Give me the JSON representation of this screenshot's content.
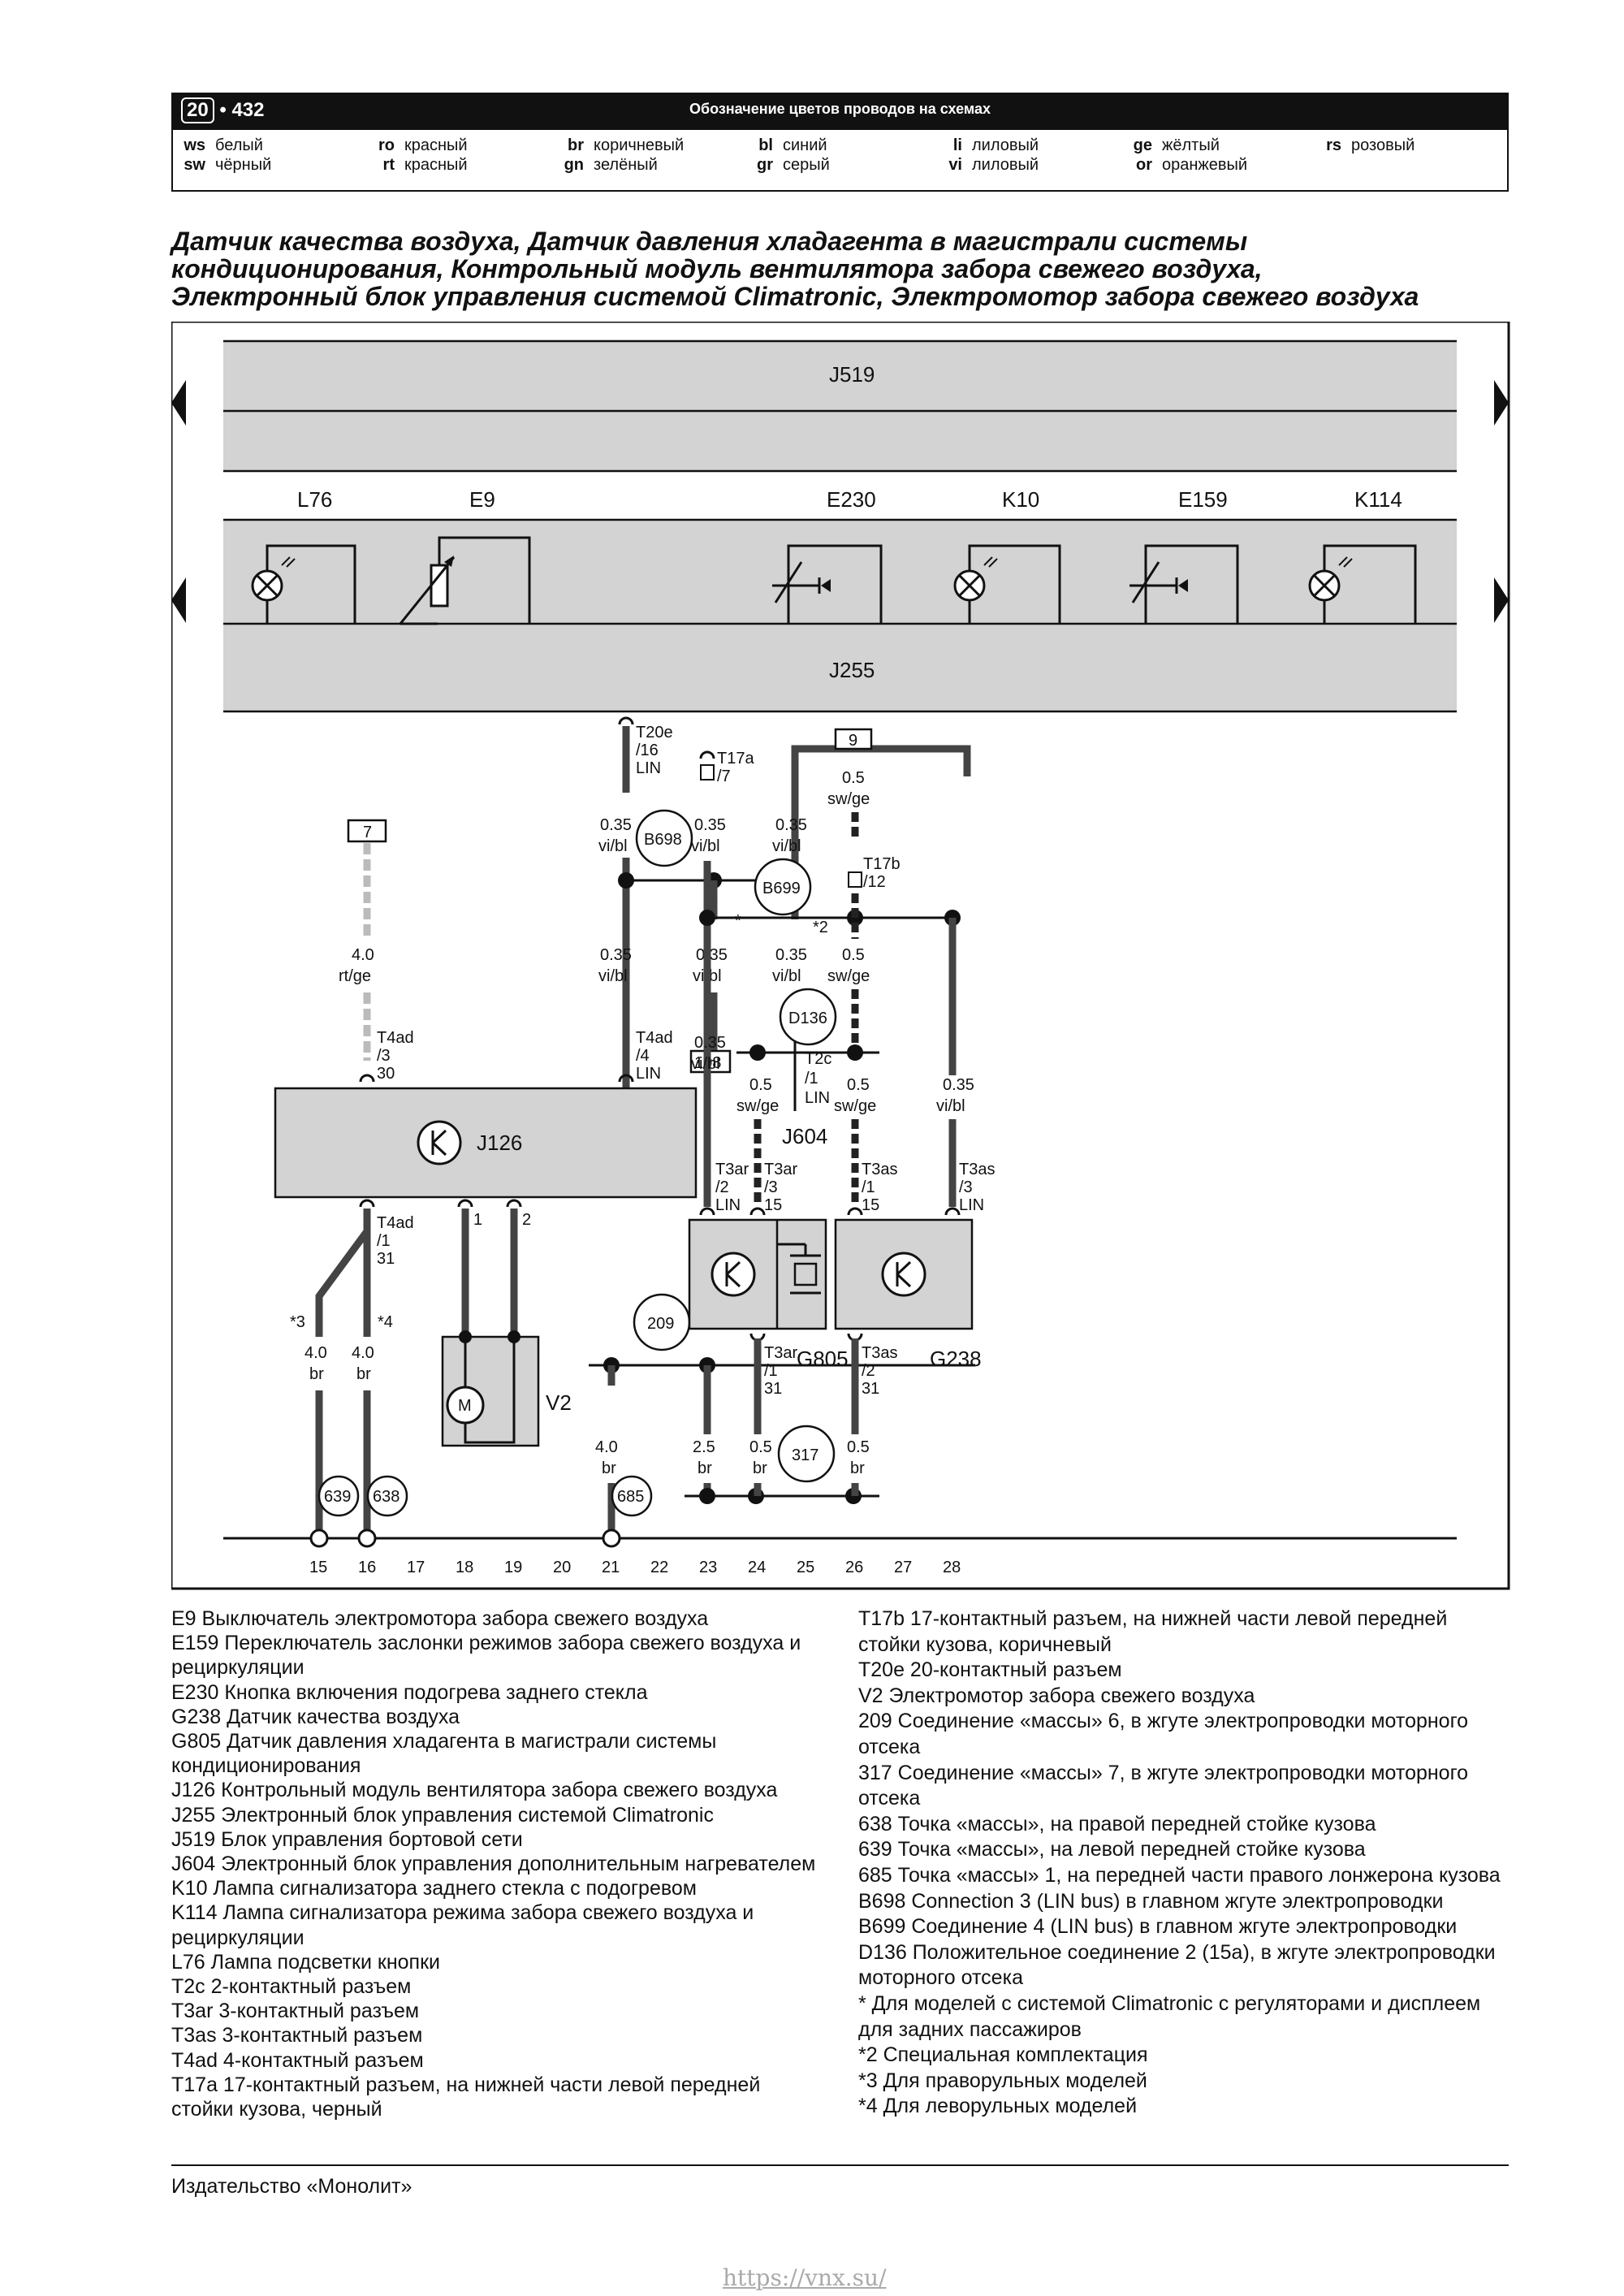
{
  "header": {
    "section": "20",
    "page": "432",
    "title": "Обозначение цветов проводов на схемах",
    "colors": [
      {
        "code": "ws",
        "name": "белый"
      },
      {
        "code": "sw",
        "name": "чёрный"
      },
      {
        "code": "ro",
        "name": "красный"
      },
      {
        "code": "rt",
        "name": "красный"
      },
      {
        "code": "br",
        "name": "коричневый"
      },
      {
        "code": "gn",
        "name": "зелёный"
      },
      {
        "code": "bl",
        "name": "синий"
      },
      {
        "code": "gr",
        "name": "серый"
      },
      {
        "code": "li",
        "name": "лиловый"
      },
      {
        "code": "vi",
        "name": "лиловый"
      },
      {
        "code": "ge",
        "name": "жёлтый"
      },
      {
        "code": "or",
        "name": "оранжевый"
      },
      {
        "code": "rs",
        "name": "розовый"
      }
    ]
  },
  "title_lines": [
    "Датчик качества воздуха, Датчик давления хладагента в магистрали системы",
    "кондиционирования, Контрольный модуль вентилятора забора свежего воздуха,",
    "Электронный блок управления системой Climatronic, Электромотор забора свежего воздуха"
  ],
  "diagram": {
    "units": {
      "J519": "J519",
      "J255": "J255",
      "J126": "J126",
      "J604": "J604",
      "V2": "V2",
      "G805": "G805",
      "G238": "G238"
    },
    "components": {
      "L76": "L76",
      "E9": "E9",
      "E230": "E230",
      "K10": "K10",
      "E159": "E159",
      "K114": "K114"
    },
    "wire_colors": {
      "ground": "#5a5a5a",
      "signal": "#3a3a3a"
    },
    "labels": {
      "t20e": [
        "T20e",
        "/16",
        "LIN"
      ],
      "t17a": [
        "T17a",
        "/7"
      ],
      "t17b": [
        "T17b",
        "/12"
      ],
      "t4ad3": [
        "T4ad",
        "/3",
        "30"
      ],
      "t4ad4": [
        "T4ad",
        "/4",
        "LIN"
      ],
      "t4ad1": [
        "T4ad",
        "/1",
        "31"
      ],
      "t2c": [
        "T2c",
        "/1",
        "LIN"
      ],
      "t3ar2": [
        "T3ar",
        "/2",
        "LIN"
      ],
      "t3ar3": [
        "T3ar",
        "/3",
        "15"
      ],
      "t3ar1": [
        "T3ar",
        "/1",
        "31"
      ],
      "t3as1": [
        "T3as",
        "/1",
        "15"
      ],
      "t3as3": [
        "T3as",
        "/3",
        "LIN"
      ],
      "t3as2": [
        "T3as",
        "/2",
        "31"
      ],
      "pin1": "1",
      "pin2": "2",
      "ref7": "7",
      "ref9": "9",
      "ref108": "108",
      "star": "*",
      "star2": "*2",
      "star3": "*3",
      "star4": "*4",
      "B698": "B698",
      "B699": "B699",
      "D136": "D136",
      "g209": "209",
      "g317": "317",
      "g639": "639",
      "g638": "638",
      "g685": "685"
    },
    "wires": {
      "w_vibl": [
        "0.35",
        "vi/bl"
      ],
      "w_swge": [
        "0.5",
        "sw/ge"
      ],
      "w_swge05": [
        "0.5",
        "sw/ge"
      ],
      "w_rtge": [
        "4.0",
        "rt/ge"
      ],
      "w_br40": [
        "4.0",
        "br"
      ],
      "w_br25": [
        "2.5",
        "br"
      ],
      "w_br05": [
        "0.5",
        "br"
      ]
    },
    "grid": [
      "15",
      "16",
      "17",
      "18",
      "19",
      "20",
      "21",
      "22",
      "23",
      "24",
      "25",
      "26",
      "27",
      "28"
    ]
  },
  "legend_left": [
    "E9 Выключатель электромотора забора свежего воздуха",
    "E159 Переключатель заслонки режимов забора свежего воздуха и рециркуляции",
    "E230 Кнопка включения подогрева заднего стекла",
    "G238 Датчик качества воздуха",
    "G805 Датчик давления хладагента в магистрали системы кондиционирования",
    "J126 Контрольный модуль вентилятора забора свежего воздуха",
    "J255 Электронный блок управления системой Climatronic",
    "J519 Блок управления бортовой сети",
    "J604 Электронный блок управления дополнительным нагревателем",
    "K10 Лампа сигнализатора заднего стекла с подогревом",
    "K114 Лампа сигнализатора режима забора свежего воздуха и рециркуляции",
    "L76 Лампа подсветки кнопки",
    "T2c 2-контактный разъем",
    "T3ar 3-контактный разъем",
    "T3as 3-контактный разъем",
    "T4ad 4-контактный разъем",
    "T17a 17-контактный разъем, на нижней части левой передней стойки кузова, черный"
  ],
  "legend_right": [
    "T17b 17-контактный разъем, на нижней части левой передней стойки кузова, коричневый",
    "T20e 20-контактный разъем",
    "V2 Электромотор забора свежего воздуха",
    "209 Соединение «массы» 6, в жгуте электропроводки моторного отсека",
    "317 Соединение «массы» 7, в жгуте электропроводки моторного отсека",
    "638 Точка «массы», на правой передней стойке кузова",
    "639 Точка «массы», на левой передней стойке кузова",
    "685 Точка «массы» 1, на передней части правого лонжерона кузова",
    "B698 Connection 3 (LIN bus) в главном жгуте электропроводки",
    "B699 Соединение 4 (LIN bus) в главном жгуте электропроводки",
    "D136 Положительное соединение 2 (15a), в жгуте электропроводки моторного отсека",
    "* Для моделей с системой Climatronic с регуляторами и дисплеем для задних пассажиров",
    "*2 Специальная комплектация",
    "*3 Для праворульных моделей",
    "*4 Для леворульных моделей"
  ],
  "footer": {
    "publisher": "Издательство «Монолит»",
    "url": "https://vnx.su/"
  }
}
